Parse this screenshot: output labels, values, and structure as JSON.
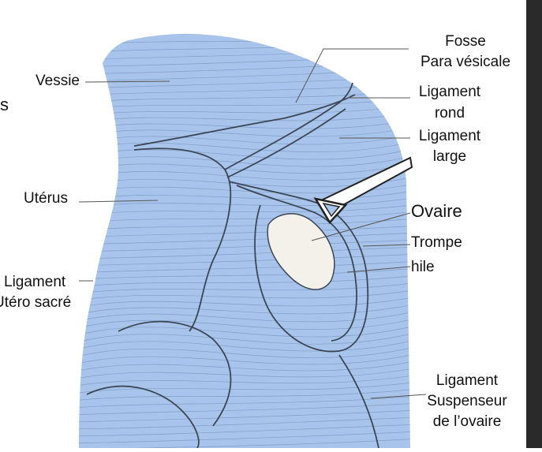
{
  "diagram": {
    "fragment_left": "s",
    "labels": {
      "vessie": "Vessie",
      "uterus": "Utérus",
      "ligament_utero_sacre_1": "Ligament",
      "ligament_utero_sacre_2": "Utéro sacré",
      "fosse_1": "Fosse",
      "fosse_2": "Para vésicale",
      "ligament_rond_1": "Ligament",
      "ligament_rond_2": "rond",
      "ligament_large_1": "Ligament",
      "ligament_large_2": "large",
      "ovaire": "Ovaire",
      "trompe": "Trompe",
      "hile": "hile",
      "suspenseur_1": "Ligament",
      "suspenseur_2": "Suspenseur",
      "suspenseur_3": "de l’ovaire"
    },
    "colors": {
      "tissue_blue": "#a9c4ea",
      "tissue_shade": "#7f9fc9",
      "ovary": "#f4f1ea",
      "line": "#3b4656",
      "frame": "#2a2a2a"
    }
  }
}
